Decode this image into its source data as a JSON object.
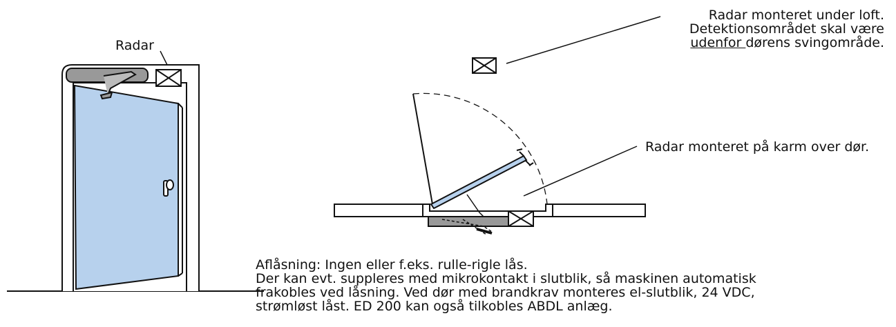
{
  "labels": {
    "radar": "Radar",
    "ceiling_line1": "Radar monteret under loft.",
    "ceiling_line2": "Detektionsområdet skal være",
    "ceiling_line3_underlined": "udenfor ",
    "ceiling_line3_rest": "dørens svingområde.",
    "frame_mount": "Radar monteret på karm over dør."
  },
  "notes": {
    "line1": "Aflåsning: Ingen eller f.eks. rulle-rigle lås.",
    "line2": "Der kan evt. suppleres med mikrokontakt i slutblik, så maskinen automatisk",
    "line3": "frakobles ved låsning. Ved dør med brandkrav monteres el-slutblik, 24 VDC,",
    "line4": "strømløst låst. ED 200 kan også tilkobles ABDL anlæg."
  },
  "colors": {
    "door_fill": "#b7d1ed",
    "operator_fill": "#999999",
    "line": "#111111"
  },
  "icons": {
    "radar_sensor": "crossed-box-icon"
  }
}
